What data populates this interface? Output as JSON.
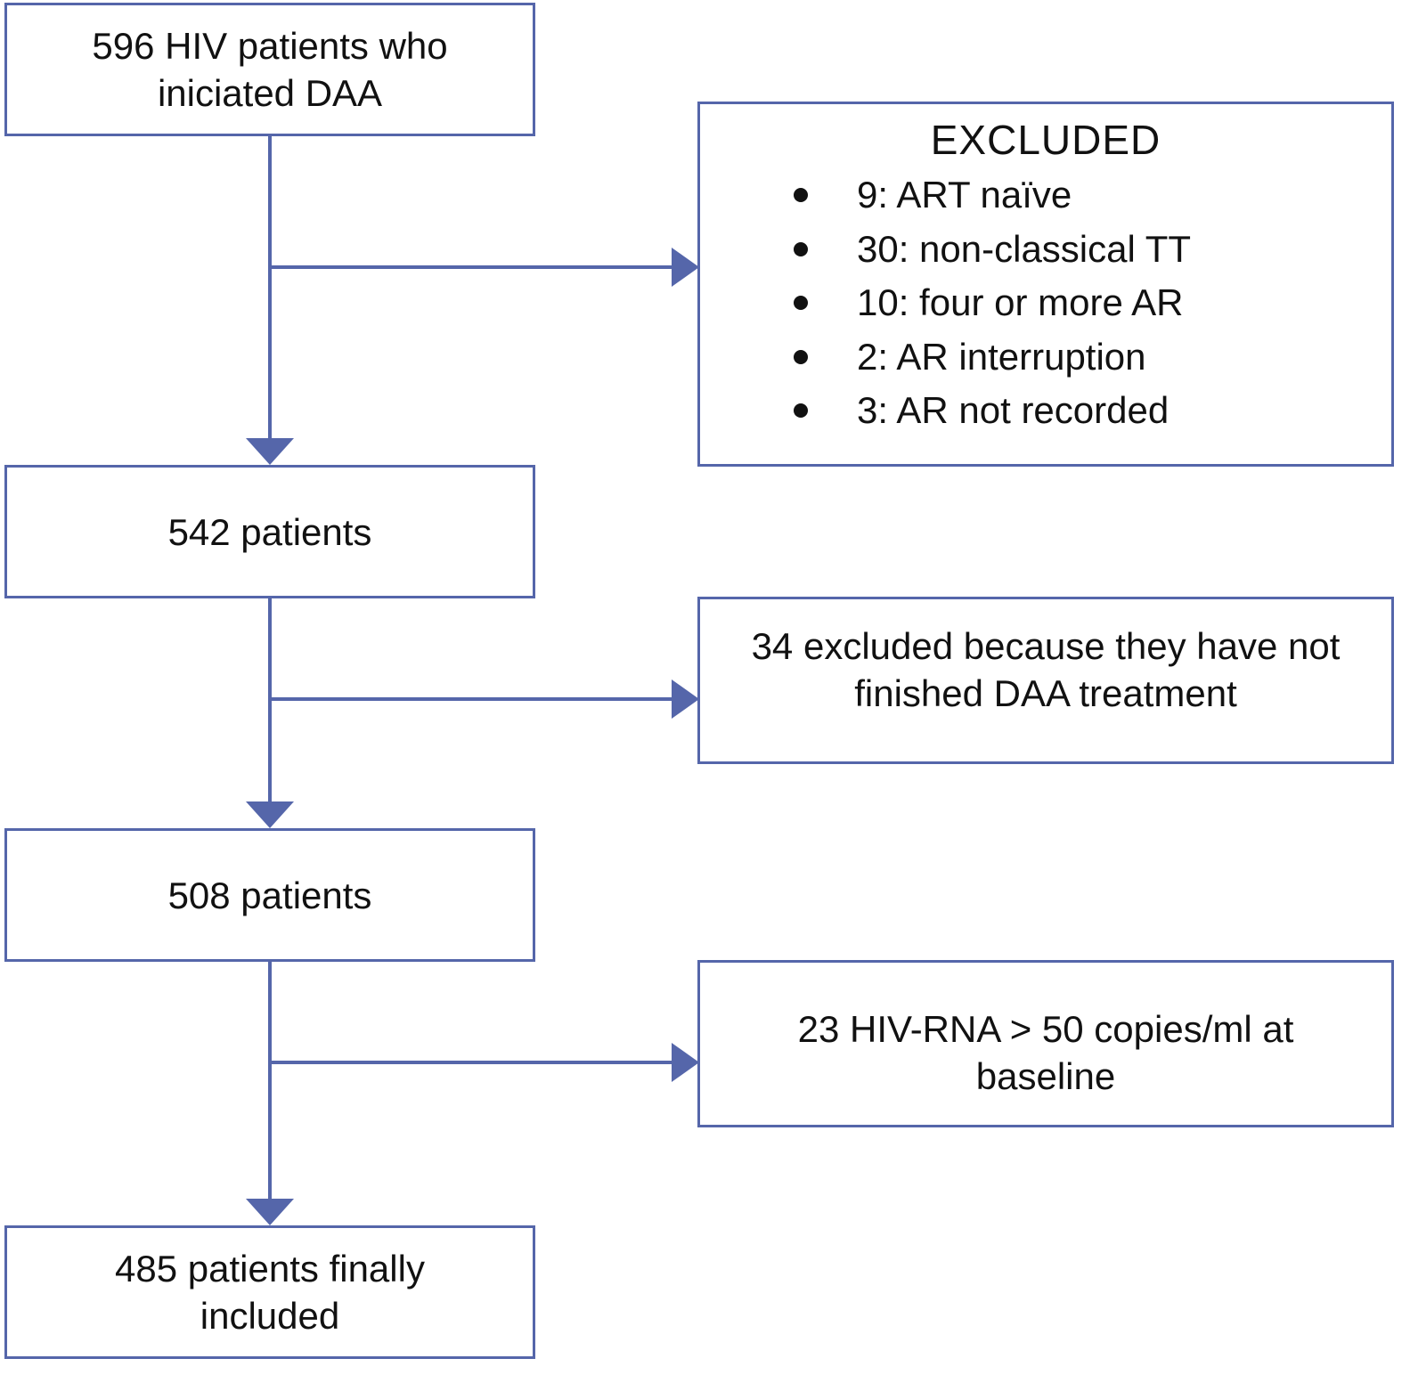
{
  "flow": {
    "start": [
      "596 HIV patients who",
      "iniciated DAA"
    ],
    "step2": [
      "542 patients"
    ],
    "step3": [
      "508 patients"
    ],
    "final": [
      "485 patients finally",
      "included"
    ]
  },
  "exclusions": {
    "first": {
      "title": "EXCLUDED",
      "items": [
        "9: ART naïve",
        "30: non-classical TT",
        "10: four or more AR",
        "2: AR interruption",
        "3: AR not recorded"
      ]
    },
    "second": [
      "34 excluded because they have not",
      "finished DAA treatment"
    ],
    "third": [
      "23 HIV-RNA > 50 copies/ml at",
      "baseline"
    ]
  },
  "colors": {
    "line": "#5566aa",
    "text": "#111111"
  }
}
